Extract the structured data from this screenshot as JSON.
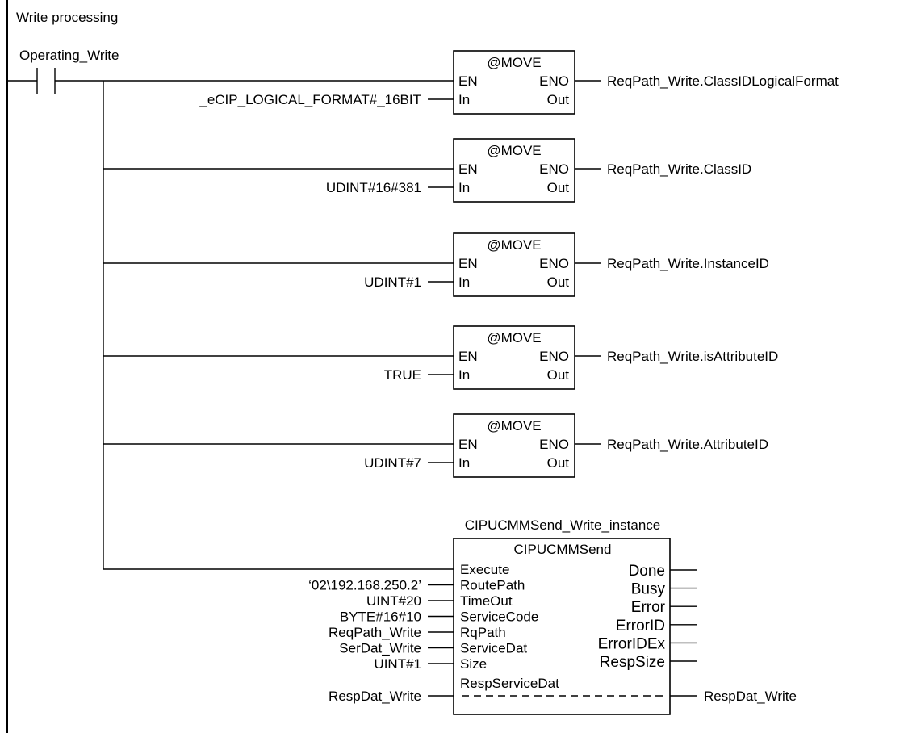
{
  "title": "Write processing",
  "contact": "Operating_Write",
  "move_blocks": [
    {
      "name": "@MOVE",
      "en": "EN",
      "eno": "ENO",
      "in": "In",
      "out": "Out",
      "input_value": "_eCIP_LOGICAL_FORMAT#_16BIT",
      "output_target": "ReqPath_Write.ClassIDLogicalFormat"
    },
    {
      "name": "@MOVE",
      "en": "EN",
      "eno": "ENO",
      "in": "In",
      "out": "Out",
      "input_value": "UDINT#16#381",
      "output_target": "ReqPath_Write.ClassID"
    },
    {
      "name": "@MOVE",
      "en": "EN",
      "eno": "ENO",
      "in": "In",
      "out": "Out",
      "input_value": "UDINT#1",
      "output_target": "ReqPath_Write.InstanceID"
    },
    {
      "name": "@MOVE",
      "en": "EN",
      "eno": "ENO",
      "in": "In",
      "out": "Out",
      "input_value": "TRUE",
      "output_target": "ReqPath_Write.isAttributeID"
    },
    {
      "name": "@MOVE",
      "en": "EN",
      "eno": "ENO",
      "in": "In",
      "out": "Out",
      "input_value": "UDINT#7",
      "output_target": "ReqPath_Write.AttributeID"
    }
  ],
  "cip_block": {
    "instance": "CIPUCMMSend_Write_instance",
    "name": "CIPUCMMSend",
    "inputs": [
      {
        "pin": "Execute",
        "value": ""
      },
      {
        "pin": "RoutePath",
        "value": "‘02\\192.168.250.2’"
      },
      {
        "pin": "TimeOut",
        "value": "UINT#20"
      },
      {
        "pin": "ServiceCode",
        "value": "BYTE#16#10"
      },
      {
        "pin": "RqPath",
        "value": "ReqPath_Write"
      },
      {
        "pin": "ServiceDat",
        "value": "SerDat_Write"
      },
      {
        "pin": "Size",
        "value": "UINT#1"
      }
    ],
    "outputs": [
      "Done",
      "Busy",
      "Error",
      "ErrorID",
      "ErrorIDEx",
      "RespSize"
    ],
    "inout": {
      "pin": "RespServiceDat",
      "in_value": "RespDat_Write",
      "out_value": "RespDat_Write"
    }
  }
}
